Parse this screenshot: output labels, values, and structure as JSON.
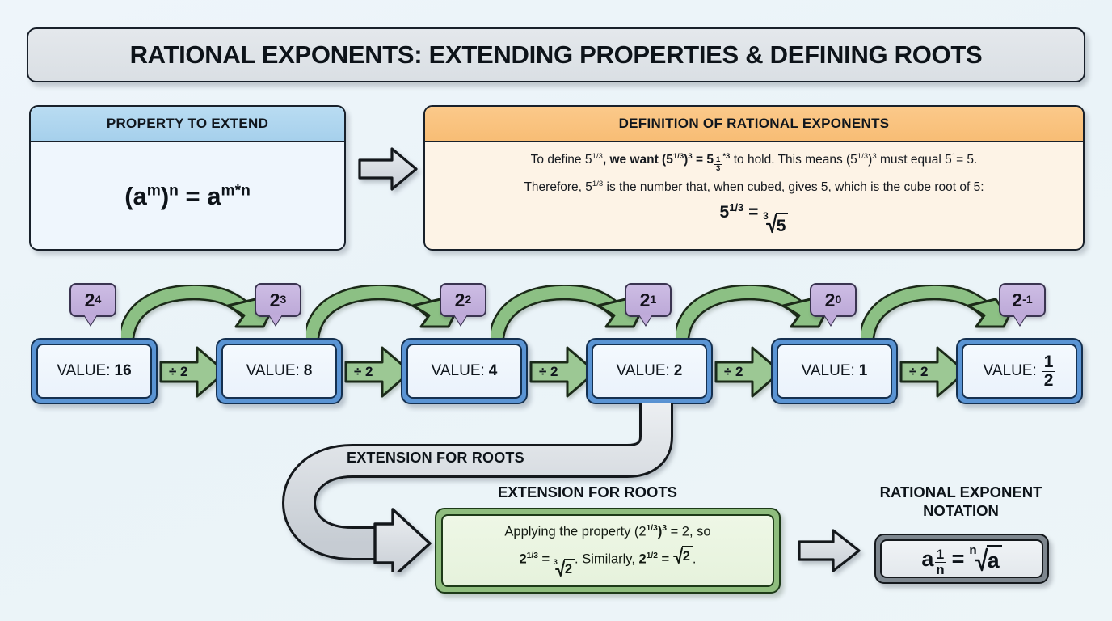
{
  "title": "RATIONAL EXPONENTS: EXTENDING PROPERTIES & DEFINING ROOTS",
  "property_panel": {
    "heading": "PROPERTY TO EXTEND",
    "formula_plain": "(a^m)^n = a^(m*n)",
    "base": "a",
    "exp_m": "m",
    "exp_n": "n",
    "equals": "=",
    "result_exp": "m*n"
  },
  "definition_panel": {
    "heading": "DEFINITION OF RATIONAL EXPONENTS",
    "line1_plain": "To define 5^(1/3), we want (5^(1/3))^3 = 5^((1/3)*3) to hold. This means (5^(1/3))^3 must equal 5^1 = 5.",
    "line1_a": "To define 5",
    "line1_exp_a": "1/3",
    "line1_b": ", we want (5",
    "line1_exp_b": "1/3",
    "line1_c": ")",
    "line1_exp_c": "3",
    "line1_d": " = 5",
    "line1_frac_num": "1",
    "line1_frac_den": "3",
    "line1_e": "*3",
    "line1_f": " to hold. This means (5",
    "line1_exp_d": "1/3",
    "line1_g": ")",
    "line1_exp_e": "3",
    "line1_h": " must equal 5",
    "line1_exp_f": "1",
    "line1_i": "= 5.",
    "line2_plain": "Therefore, 5^(1/3) is the number that, when cubed, gives 5, which is the cube root of 5:",
    "line2_a": "Therefore, 5",
    "line2_exp": "1/3",
    "line2_b": " is the number that, when cubed, gives 5, which is the cube root of 5:",
    "conclusion_plain": "5^(1/3) = cube root of 5",
    "concl_a": "5",
    "concl_exp": "1/3",
    "concl_eq": "=",
    "concl_index": "3",
    "concl_radicand": "5"
  },
  "arrows": {
    "property_to_definition": "gray-right-arrow",
    "chain_step_label": "÷ 2",
    "arc_label": "divide-by-two-arc",
    "s_connector_label": "EXTENSION FOR ROOTS",
    "ext_to_notation": "gray-right-arrow"
  },
  "chain": {
    "value_prefix": "VALUE:",
    "steps": [
      {
        "badge_base": "2",
        "badge_exp": "4",
        "value": "16",
        "value_type": "int",
        "step_label": "÷ 2"
      },
      {
        "badge_base": "2",
        "badge_exp": "3",
        "value": "8",
        "value_type": "int",
        "step_label": "÷ 2"
      },
      {
        "badge_base": "2",
        "badge_exp": "2",
        "value": "4",
        "value_type": "int",
        "step_label": "÷ 2"
      },
      {
        "badge_base": "2",
        "badge_exp": "1",
        "value": "2",
        "value_type": "int",
        "step_label": "÷ 2"
      },
      {
        "badge_base": "2",
        "badge_exp": "0",
        "value": "1",
        "value_type": "int",
        "step_label": "÷ 2"
      },
      {
        "badge_base": "2",
        "badge_exp": "-1",
        "value": "1/2",
        "value_type": "frac",
        "frac_num": "1",
        "frac_den": "2"
      }
    ]
  },
  "extension": {
    "connector_label": "EXTENSION FOR ROOTS",
    "heading": "EXTENSION FOR ROOTS",
    "line1_plain": "Applying the property (2^(1/3))^3 = 2, so",
    "line1_a": "Applying the property (2",
    "line1_exp_a": "1/3",
    "line1_b": ")",
    "line1_exp_b": "3",
    "line1_c": " = 2, so",
    "line2_plain": "2^(1/3) = cube root of 2. Similarly, 2^(1/2) = square root of 2.",
    "line2_a": "2",
    "line2_exp_a": "1/3",
    "line2_eq1": "=",
    "line2_index": "3",
    "line2_radicand": "2",
    "line2_mid": ". Similarly, ",
    "line2_b": "2",
    "line2_exp_b": "1/2",
    "line2_eq2": "=",
    "line2_radicand2": "2",
    "line2_end": "."
  },
  "notation": {
    "heading_line1": "RATIONAL EXPONENT",
    "heading_line2": "NOTATION",
    "formula_plain": "a^(1/n) = nth root of a",
    "base": "a",
    "frac_num": "1",
    "frac_den": "n",
    "equals": "=",
    "index": "n",
    "radicand": "a"
  },
  "colors": {
    "background": "#eef5fa",
    "title_fill": "#dee3e8",
    "property_header": "#a6d0ec",
    "definition_header": "#f8bd75",
    "definition_body": "#fdf3e6",
    "value_box_frame": "#5a94d4",
    "value_box_fill": "#eff6fd",
    "badge_fill": "#bda9d8",
    "green_arrow": "#8cc084",
    "extension_box_frame": "#8fbd7e",
    "extension_box_fill": "#e9f4e0",
    "notation_frame": "#7d868e",
    "gray_arrow": "#d3d8dd",
    "outline": "#18202a"
  }
}
